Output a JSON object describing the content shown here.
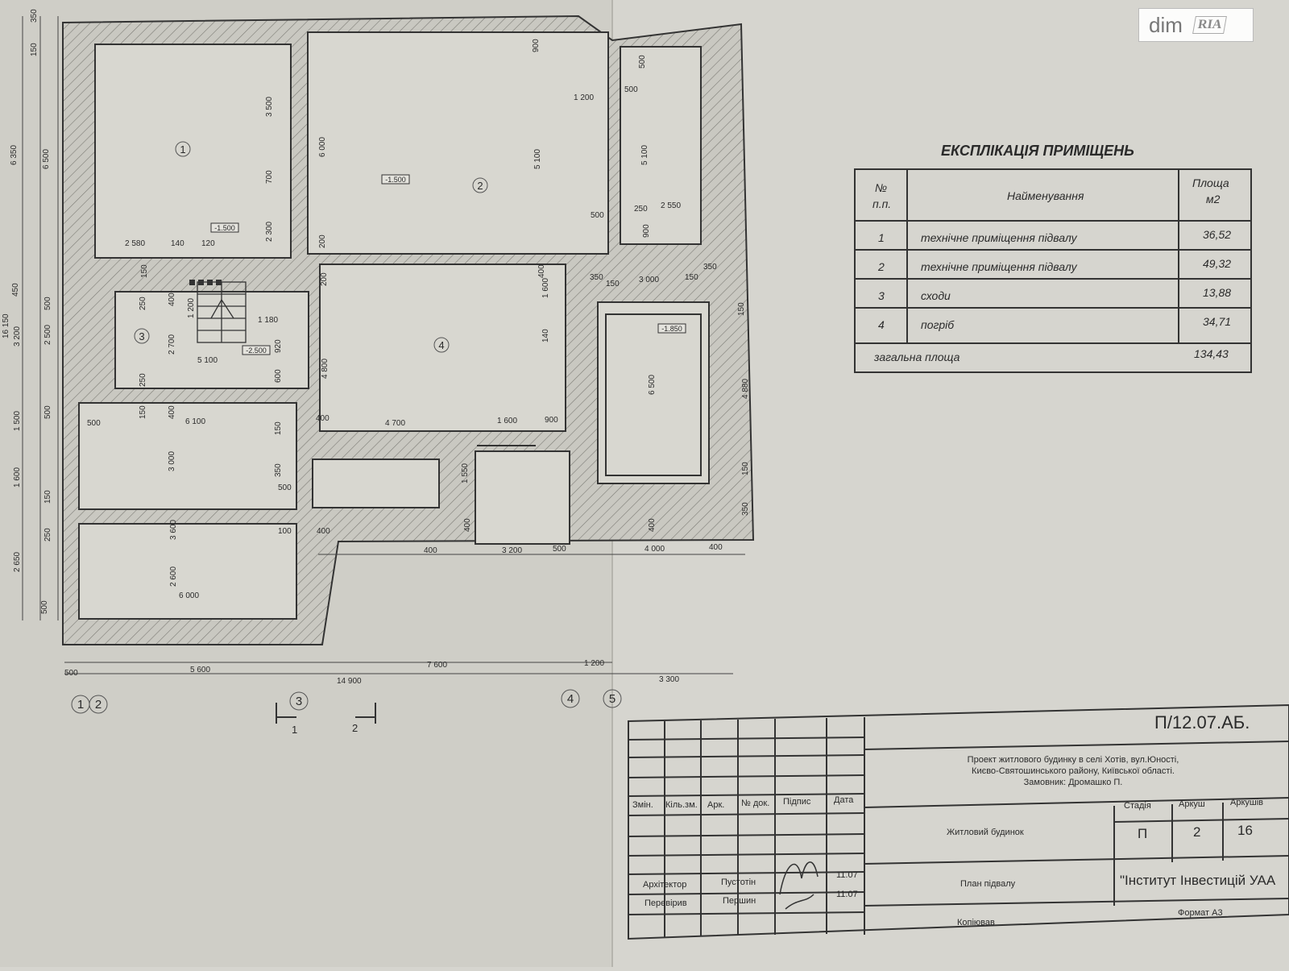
{
  "rooms": {
    "r1": "1",
    "r2": "2",
    "r3": "3",
    "r4": "4",
    "lvl1": "-1.500",
    "lvl2": "-1.500",
    "lvl3": "-2.500",
    "lvl4": "-1.850"
  },
  "dims": {
    "d0": "350",
    "d1": "150",
    "d2": "6 350",
    "d3": "6 500",
    "d4": "450",
    "d5": "500",
    "d6": "16 150",
    "d7": "3 200",
    "d8": "2 500",
    "d9": "500",
    "d10": "1 500",
    "d11": "1 600",
    "d12": "150",
    "d13": "250",
    "d14": "2 650",
    "d15": "500",
    "d16": "3 500",
    "d17": "700",
    "d18": "2 300",
    "d19": "2 580",
    "d20": "140",
    "d21": "120",
    "d22": "6 000",
    "d23": "200",
    "d24": "900",
    "d25": "1 200",
    "d26": "500",
    "d27": "5 100",
    "d28": "500",
    "d29": "5 100",
    "d30": "500",
    "d31": "250",
    "d32": "2 550",
    "d33": "900",
    "d34": "200",
    "d35": "400",
    "d36": "1 600",
    "d37": "140",
    "d38": "350",
    "d39": "150",
    "d40": "3 000",
    "d41": "150",
    "d42": "350",
    "d43": "150",
    "d44": "6 500",
    "d45": "4 880",
    "d46": "150",
    "d47": "350",
    "d48": "150",
    "d49": "250",
    "d50": "400",
    "d51": "1 200",
    "d52": "1 180",
    "d53": "2 700",
    "d54": "5 100",
    "d55": "920",
    "d56": "4 800",
    "d57": "250",
    "d58": "600",
    "d59": "150",
    "d60": "400",
    "d61": "500",
    "d62": "6 100",
    "d63": "3 000",
    "d64": "150",
    "d65": "350",
    "d66": "500",
    "d67": "400",
    "d68": "4 700",
    "d69": "1 600",
    "d70": "900",
    "d71": "1 550",
    "d72": "400",
    "d73": "400",
    "d74": "100",
    "d75": "400",
    "d76": "2 600",
    "d77": "6 000",
    "d78": "3 600",
    "d79": "400",
    "d80": "3 200",
    "d81": "500",
    "d82": "4 000",
    "d83": "400",
    "d84": "500",
    "d85": "5 600",
    "d86": "7 600",
    "d87": "1 200",
    "d88": "14 900",
    "d89": "3 300"
  },
  "axes": {
    "a1": "1",
    "a2": "2",
    "a3": "3",
    "a4": "4",
    "a5": "5"
  },
  "sections": {
    "s1": "1",
    "s2": "2"
  },
  "explication": {
    "title": "ЕКСПЛІКАЦІЯ ПРИМІЩЕНЬ",
    "header_no": "№\nп.п.",
    "header_no_1": "№",
    "header_no_2": "п.п.",
    "header_name": "Найменування",
    "header_area_1": "Площа",
    "header_area_2": "м2",
    "rows": [
      {
        "no": "1",
        "name": "технічне приміщення підвалу",
        "area": "36,52"
      },
      {
        "no": "2",
        "name": "технічне приміщення підвалу",
        "area": "49,32"
      },
      {
        "no": "3",
        "name": "сходи",
        "area": "13,88"
      },
      {
        "no": "4",
        "name": "погріб",
        "area": "34,71"
      }
    ],
    "total_label": "загальна площа",
    "total_value": "134,43"
  },
  "stamp": {
    "code": "П/12.07.АБ.",
    "project_1": "Проект житлового будинку в селі Хотів, вул.Юності,",
    "project_2": "Києво-Святошинського району, Київської області.",
    "project_3": "Замовник: Дромашко   П.",
    "col_zmin": "Змін.",
    "col_kil": "Кіль.зм.",
    "col_ark": "Арк.",
    "col_dok": "№ док.",
    "col_pidpys": "Підпис",
    "col_data": "Дата",
    "stadia": "Стадія",
    "arkush": "Аркуш",
    "arkushiv": "Аркушів",
    "stadia_val": "П",
    "arkush_val": "2",
    "arkushiv_val": "16",
    "building": "Житловий будинок",
    "sheet_title": "План підвалу",
    "org": "\"Інститут Інвестицій УАА",
    "role1": "Архітектор",
    "name1": "Пустотін",
    "date1": "11.07",
    "role2": "Перевірив",
    "name2": "Першин",
    "date2": "11.07",
    "copied": "Копіював",
    "format": "Формат А3"
  },
  "watermark": {
    "dim": "dim",
    "ria": "RIA"
  },
  "colors": {
    "paper": "#d6d5cf",
    "ink": "#2a2a2a"
  }
}
